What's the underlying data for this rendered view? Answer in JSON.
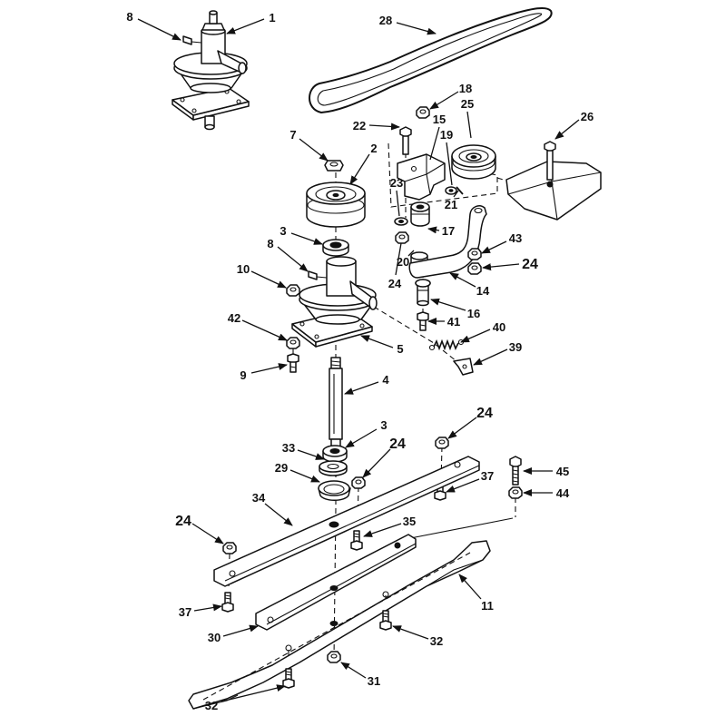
{
  "callouts": [
    "8",
    "1",
    "28",
    "18",
    "22",
    "15",
    "25",
    "26",
    "7",
    "2",
    "19",
    "23",
    "21",
    "17",
    "3",
    "43",
    "24",
    "8",
    "20",
    "24",
    "14",
    "10",
    "16",
    "41",
    "42",
    "40",
    "5",
    "39",
    "9",
    "4",
    "24",
    "3",
    "33",
    "24",
    "29",
    "37",
    "45",
    "44",
    "34",
    "24",
    "35",
    "11",
    "37",
    "30",
    "32",
    "31",
    "32"
  ]
}
